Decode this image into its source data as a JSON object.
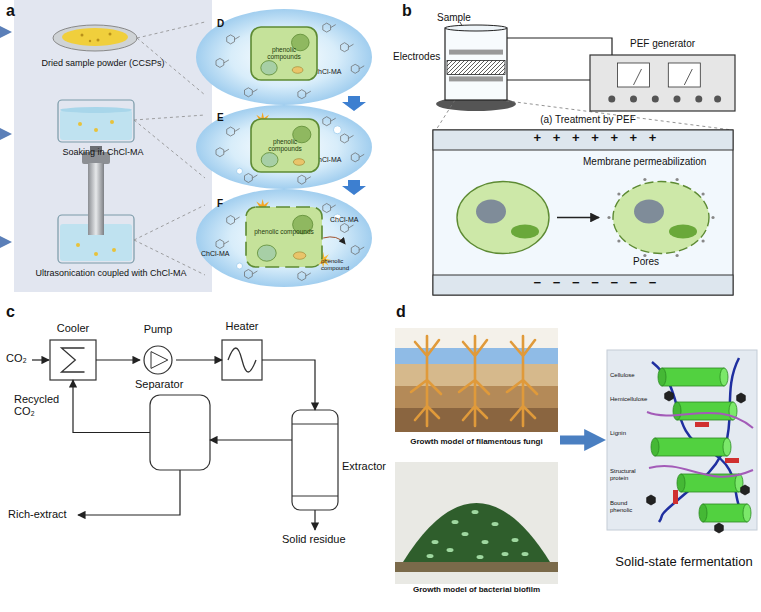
{
  "diagram": {
    "nodes": [
      {
        "text": [
          "D",
          "ChCl-MA"
        ]
      },
      {
        "text": [
          "phenolic compounds"
        ],
        "in": 0
      },
      {
        "text": [
          "E",
          "ChCl-MA"
        ]
      },
      {
        "text": [
          "phenolic compounds"
        ],
        "in": 2
      },
      {
        "text": [
          "F",
          "ChCl-MA",
          "ChCl-MA",
          "phenolic compound"
        ]
      },
      {
        "text": [
          "phenolic compounds"
        ],
        "in": 4
      },
      {
        "text": [
          "Sample"
        ]
      },
      {
        "text": [
          "PEF generator"
        ]
      },
      {
        "text": [
          "Membrane permeabilization",
          "Pores"
        ]
      },
      {
        "text": [
          "Cooler"
        ]
      },
      {
        "text": [
          "Pump"
        ]
      },
      {
        "text": [
          "Heater"
        ]
      },
      {
        "text": [
          "Extractor"
        ]
      },
      {
        "text": [
          "Separator"
        ]
      },
      {
        "text": [
          "Growth model of filamentous fungi"
        ]
      },
      {
        "text": [
          "Growth model of bacterial biofilm"
        ]
      },
      {
        "text": [
          "Solid-state fermentation"
        ]
      }
    ],
    "edges": [
      {
        "from": 6,
        "to": 7,
        "arrow": "none"
      },
      {
        "from": 6,
        "to": 7,
        "arrow": "none"
      },
      {
        "from": 9,
        "to": 10,
        "arrow": "to"
      },
      {
        "from": 10,
        "to": 11,
        "arrow": "to"
      },
      {
        "from": 11,
        "to": 12,
        "arrow": "to"
      },
      {
        "from": 12,
        "to": 13,
        "arrow": "to"
      },
      {
        "from": 13,
        "to": 9,
        "label": "Recycled CO₂",
        "arrow": "to"
      },
      {
        "from": 14,
        "to": 16,
        "arrow": "to"
      }
    ],
    "labels": [
      "a",
      "Dried sample powder (CCSPs)",
      "Soaking in ChCl-MA",
      "Ultrasonication coupled with ChCl-MA",
      "b",
      "Electrodes",
      "(a) Treatment by PEF",
      "+ + + + + + +",
      "− − − − − − −",
      "c",
      "CO₂",
      "Rich-extract",
      "Solid residue",
      "d",
      "Cellulose",
      "Hemicellulose",
      "Lignin",
      "Structural protein",
      "Bound phenolic"
    ]
  }
}
